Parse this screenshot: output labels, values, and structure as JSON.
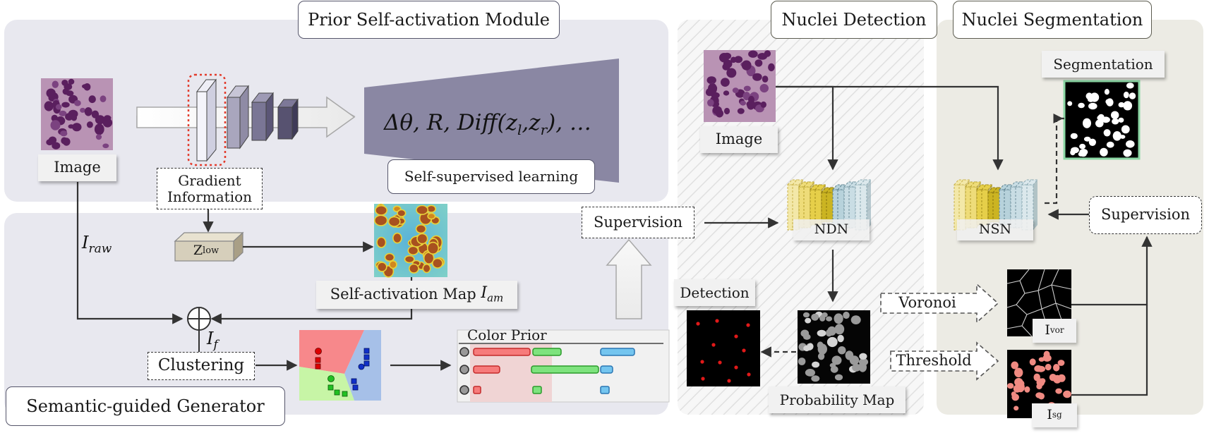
{
  "modules": {
    "prior_self_activation": "Prior Self-activation Module",
    "semantic_guided_generator": "Semantic-guided Generator",
    "nuclei_detection": "Nuclei Detection",
    "nuclei_segmentation": "Nuclei Segmentation"
  },
  "labels": {
    "image_left": "Image",
    "image_detection": "Image",
    "gradient_information": "Gradient Information",
    "self_supervised_learning": "Self-supervised learning",
    "self_activation_map": "Self-activation Map",
    "supervision_left": "Supervision",
    "supervision_right": "Supervision",
    "clustering": "Clustering",
    "color_prior": "Color Prior",
    "detection": "Detection",
    "probability_map": "Probability Map",
    "segmentation": "Segmentation",
    "voronoi": "Voronoi",
    "threshold": "Threshold",
    "ndn": "NDN",
    "nsn": "NSN"
  },
  "math": {
    "pretext_formula": "Δθ, R, Diff(z",
    "pretext_sub_l": "l",
    "pretext_mid": ",z",
    "pretext_sub_r": "r",
    "pretext_tail": "), …",
    "z_low_base": "Z",
    "z_low_sub": "low",
    "i_raw_base": "I",
    "i_raw_sub": "raw",
    "i_am_base": "I",
    "i_am_sub": "am",
    "i_f_base": "I",
    "i_f_sub": "f",
    "i_vor_base": "I",
    "i_vor_sub": "vor",
    "i_sg_base": "I",
    "i_sg_sub": "sg"
  },
  "colors": {
    "module_bg": "#e8e8ef",
    "segmentation_bg": "#ecebe4",
    "decoder_funnel": "#8a87a3",
    "encoder_dark": "#504c6d",
    "ndn_yellow": "#e6cf49",
    "ndn_blue": "#b7d2db",
    "prior_red": "#f77b7b",
    "prior_green": "#7ee37e",
    "prior_blue": "#74c5ef",
    "detection_point": "#e11919"
  }
}
